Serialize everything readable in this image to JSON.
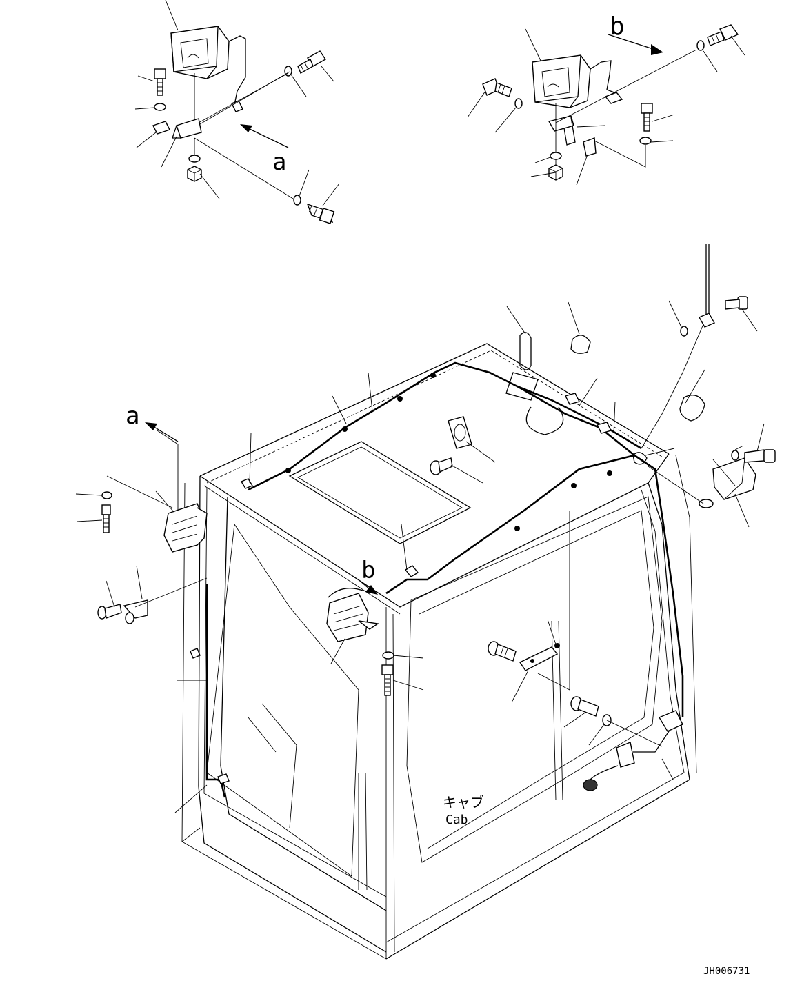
{
  "diagram": {
    "view_labels": {
      "a_top": "a",
      "b_top": "b",
      "a_main": "a",
      "b_main": "b"
    },
    "cab_label_jp": "キャブ",
    "cab_label_en": "Cab",
    "drawing_id": "JH006731"
  }
}
